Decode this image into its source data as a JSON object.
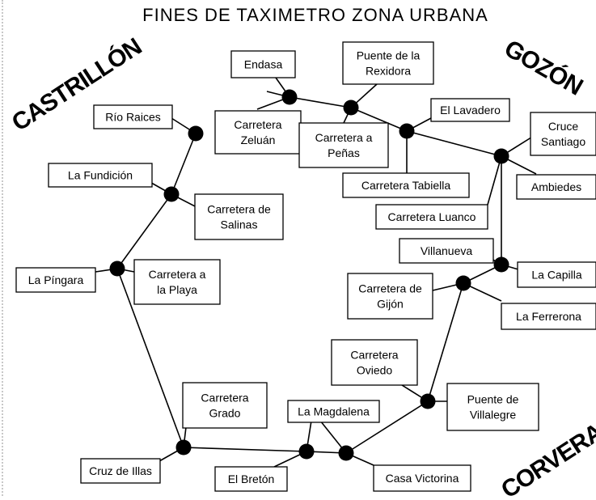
{
  "title": "FINES DE TAXIMETRO ZONA URBANA",
  "regions": {
    "castrillon": "CASTRILLÓN",
    "gozon": "GOZÓN",
    "corvera": "CORVERA"
  },
  "labels": {
    "endasa": "Endasa",
    "puente_rexidora": [
      "Puente de la",
      "Rexidora"
    ],
    "el_lavadero": "El Lavadero",
    "cruce_santiago": [
      "Cruce",
      "Santiago"
    ],
    "rio_raices": "Río Raices",
    "carretera_zeluan": [
      "Carretera",
      "Zeluán"
    ],
    "carretera_penas": [
      "Carretera a",
      "Peñas"
    ],
    "la_fundicion": "La Fundición",
    "carretera_tabiella": "Carretera Tabiella",
    "ambiedes": "Ambiedes",
    "carretera_salinas": [
      "Carretera de",
      "Salinas"
    ],
    "carretera_luanco": "Carretera Luanco",
    "villanueva": "Villanueva",
    "la_pingara": "La Píngara",
    "carretera_playa": [
      "Carretera a",
      "la Playa"
    ],
    "la_capilla": "La Capilla",
    "carretera_gijon": [
      "Carretera de",
      "Gijón"
    ],
    "la_ferrerona": "La Ferrerona",
    "carretera_oviedo": [
      "Carretera",
      "Oviedo"
    ],
    "carretera_grado": [
      "Carretera",
      "Grado"
    ],
    "la_magdalena": "La Magdalena",
    "puente_villalegre": [
      "Puente de",
      "Villalegre"
    ],
    "cruz_de_illas": "Cruz de Illas",
    "el_breton": "El Bretón",
    "casa_victorina": "Casa Victorina"
  }
}
